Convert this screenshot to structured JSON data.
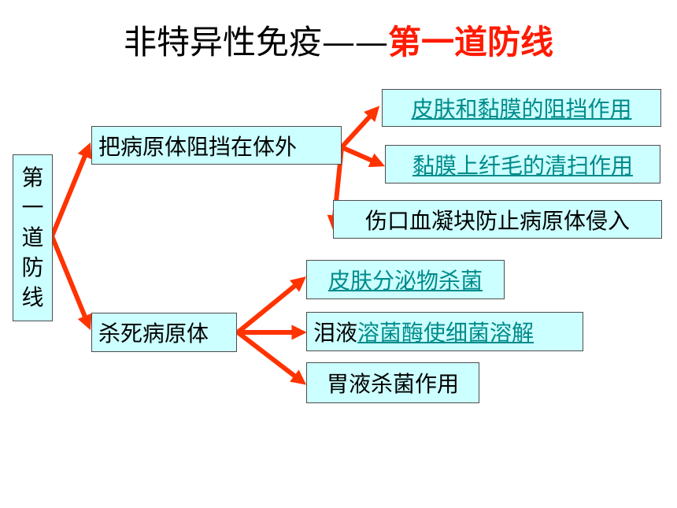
{
  "title": {
    "prefix": "非特异性免疫——",
    "highlight": "第一道防线"
  },
  "root": {
    "chars": [
      "第",
      "一",
      "道",
      "防",
      "线"
    ]
  },
  "branch1": {
    "label": "把病原体阻挡在体外",
    "items": [
      {
        "text": "皮肤和黏膜的阻挡作用"
      },
      {
        "text": "黏膜上纤毛的清扫作用"
      },
      {
        "text": "伤口血凝块防止病原体侵入"
      }
    ]
  },
  "branch2": {
    "label": "杀死病原体",
    "items": [
      {
        "text": "皮肤分泌物杀菌"
      },
      {
        "prefix": "泪液",
        "text": "溶菌酶使细菌溶解"
      },
      {
        "text": "胃液杀菌作用"
      }
    ]
  },
  "colors": {
    "accent": "#ff1a00",
    "arrow": "#ff3300",
    "box_fill": "#ccffff",
    "link": "#008b8b"
  }
}
